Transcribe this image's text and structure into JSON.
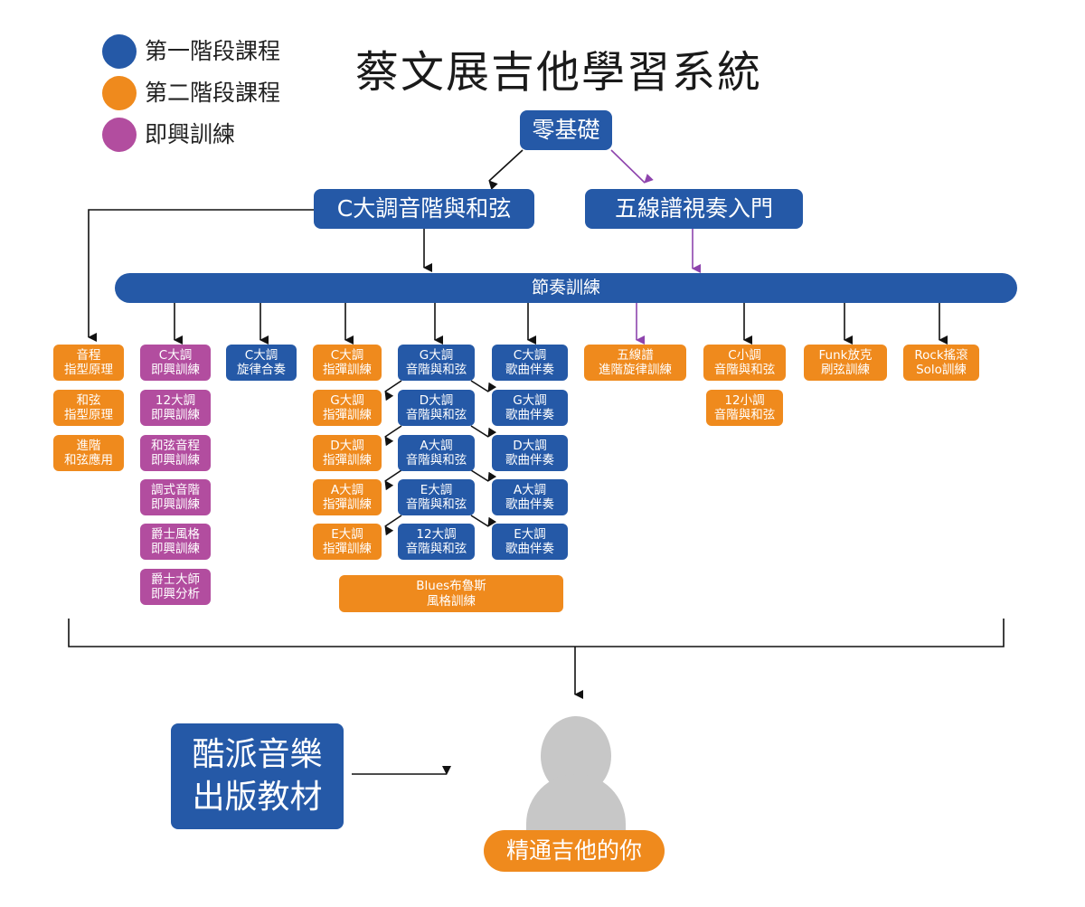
{
  "title": "蔡文展吉他學習系統",
  "colors": {
    "stage1": "#2559a7",
    "stage2": "#ef8a1d",
    "improv": "#b24d9f",
    "person": "#c7c7c7",
    "arrow_black": "#111111",
    "arrow_purple": "#8e44ad"
  },
  "legend": [
    {
      "label": "第一階段課程",
      "color": "#2559a7"
    },
    {
      "label": "第二階段課程",
      "color": "#ef8a1d"
    },
    {
      "label": "即興訓練",
      "color": "#b24d9f"
    }
  ],
  "top": {
    "root": "零基礎",
    "c_major": "C大調音階與和弦",
    "staff": "五線譜視奏入門",
    "rhythm": "節奏訓練"
  },
  "columns": {
    "theory": [
      {
        "line1": "音程",
        "line2": "指型原理"
      },
      {
        "line1": "和弦",
        "line2": "指型原理"
      },
      {
        "line1": "進階",
        "line2": "和弦應用"
      }
    ],
    "improv": [
      {
        "line1": "C大調",
        "line2": "即興訓練"
      },
      {
        "line1": "12大調",
        "line2": "即興訓練"
      },
      {
        "line1": "和弦音程",
        "line2": "即興訓練"
      },
      {
        "line1": "調式音階",
        "line2": "即興訓練"
      },
      {
        "line1": "爵士風格",
        "line2": "即興訓練"
      },
      {
        "line1": "爵士大師",
        "line2": "即興分析"
      }
    ],
    "melody": [
      {
        "line1": "C大調",
        "line2": "旋律合奏"
      }
    ],
    "fingerstyle": [
      {
        "line1": "C大調",
        "line2": "指彈訓練"
      },
      {
        "line1": "G大調",
        "line2": "指彈訓練"
      },
      {
        "line1": "D大調",
        "line2": "指彈訓練"
      },
      {
        "line1": "A大調",
        "line2": "指彈訓練"
      },
      {
        "line1": "E大調",
        "line2": "指彈訓練"
      }
    ],
    "scales": [
      {
        "line1": "G大調",
        "line2": "音階與和弦"
      },
      {
        "line1": "D大調",
        "line2": "音階與和弦"
      },
      {
        "line1": "A大調",
        "line2": "音階與和弦"
      },
      {
        "line1": "E大調",
        "line2": "音階與和弦"
      },
      {
        "line1": "12大調",
        "line2": "音階與和弦"
      }
    ],
    "accompaniment": [
      {
        "line1": "C大調",
        "line2": "歌曲伴奏"
      },
      {
        "line1": "G大調",
        "line2": "歌曲伴奏"
      },
      {
        "line1": "D大調",
        "line2": "歌曲伴奏"
      },
      {
        "line1": "A大調",
        "line2": "歌曲伴奏"
      },
      {
        "line1": "E大調",
        "line2": "歌曲伴奏"
      }
    ],
    "blues": {
      "line1": "Blues布魯斯",
      "line2": "風格訓練"
    },
    "staff_advanced": {
      "line1": "五線譜",
      "line2": "進階旋律訓練"
    },
    "minor": [
      {
        "line1": "C小調",
        "line2": "音階與和弦"
      },
      {
        "line1": "12小調",
        "line2": "音階與和弦"
      }
    ],
    "funk": {
      "line1": "Funk放克",
      "line2": "刷弦訓練"
    },
    "rock": {
      "line1": "Rock搖滾",
      "line2": "Solo訓練"
    }
  },
  "bottom": {
    "publisher_line1": "酷派音樂",
    "publisher_line2": "出版教材",
    "result": "精通吉他的你"
  }
}
